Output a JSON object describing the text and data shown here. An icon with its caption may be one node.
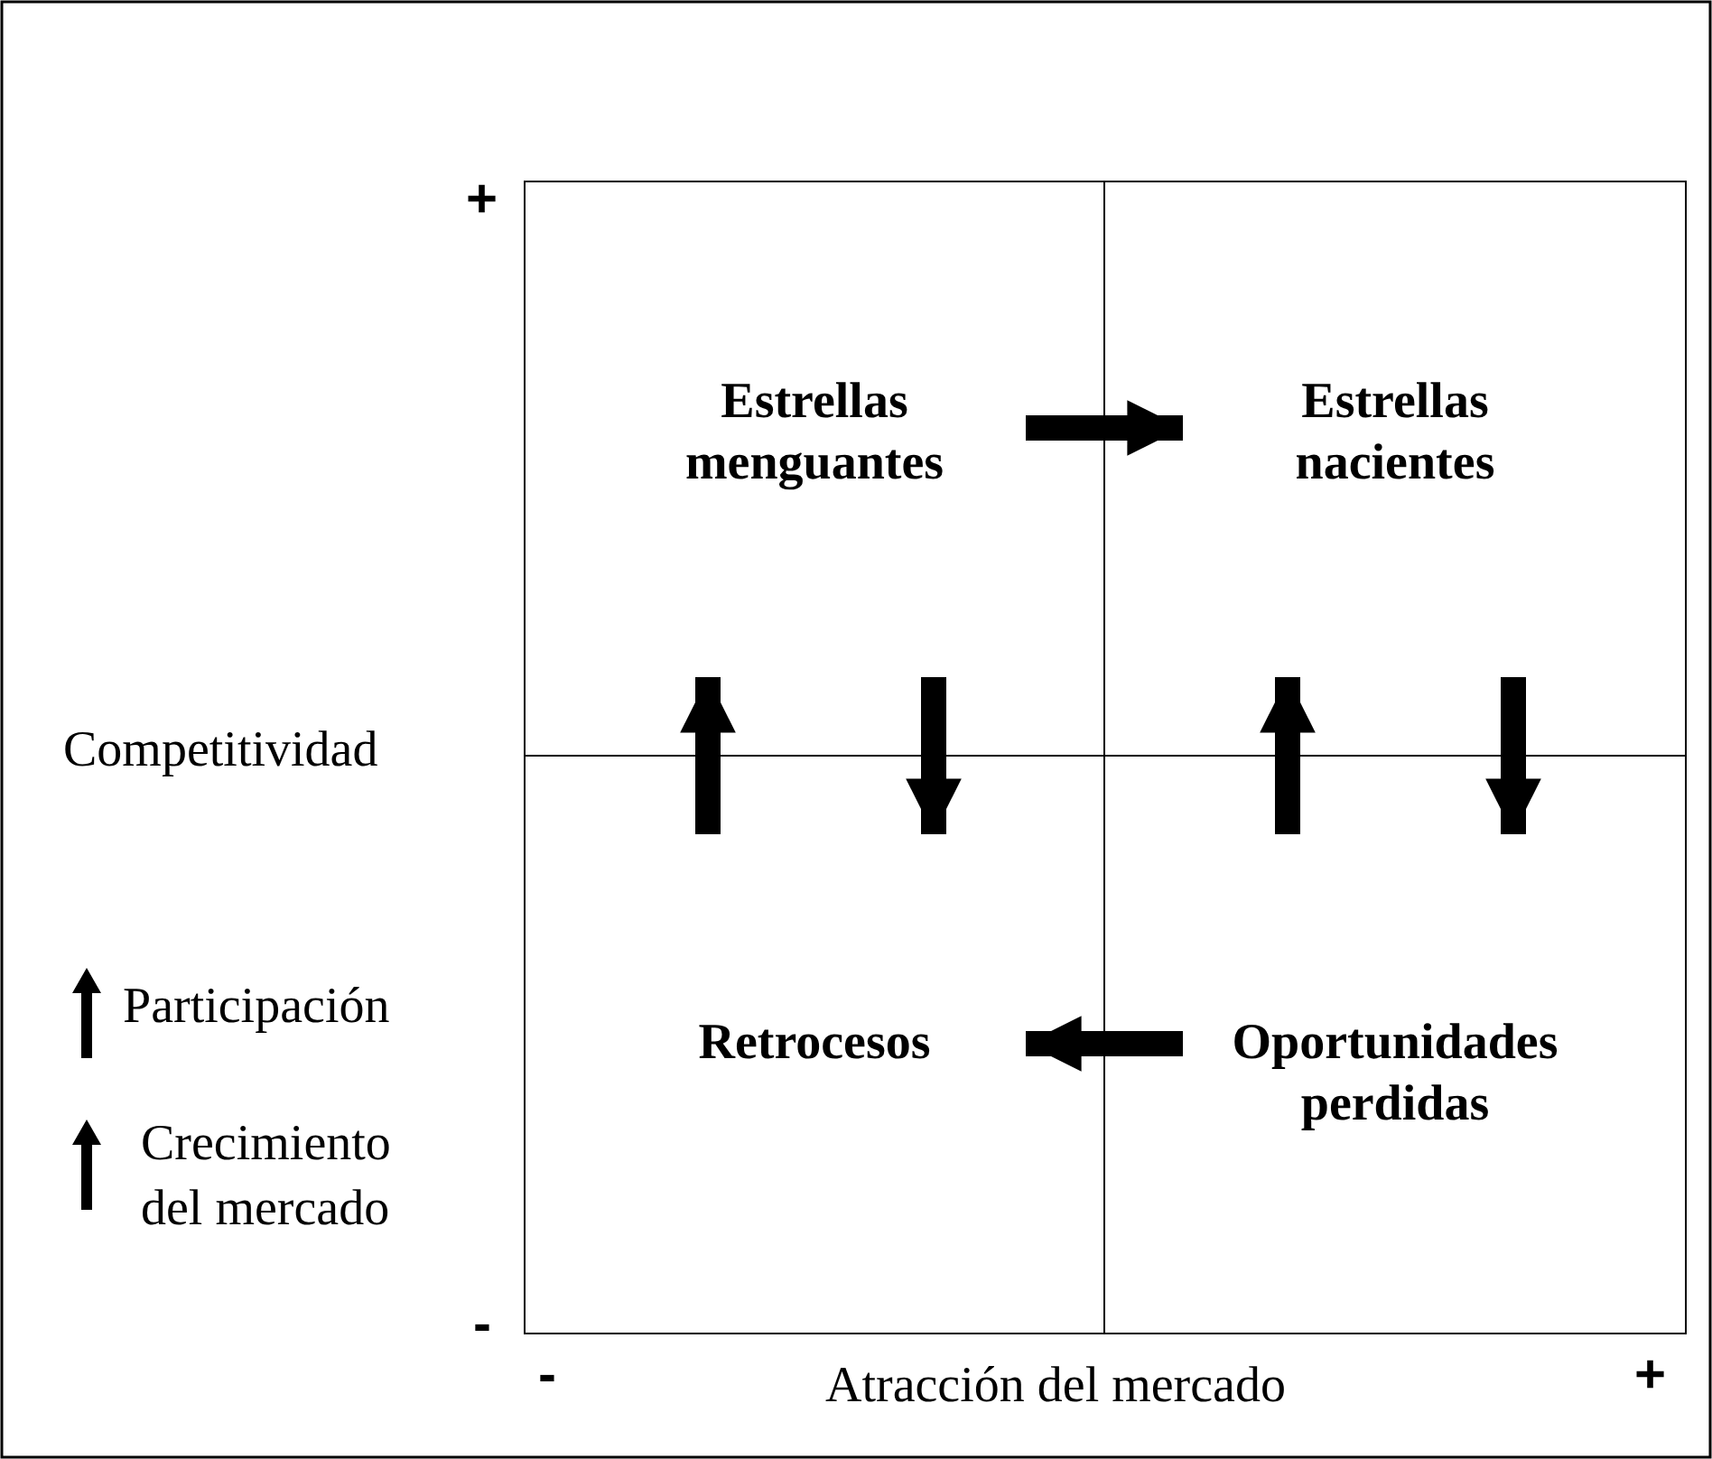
{
  "diagram": {
    "nodes": [
      {
        "text": [
          "Estrellas menguantes"
        ]
      },
      {
        "text": [
          "Estrellas nacientes"
        ]
      },
      {
        "text": [
          "Retrocesos"
        ]
      },
      {
        "text": [
          "Oportunidades perdidas"
        ]
      }
    ],
    "edges": [
      {
        "from": 0,
        "to": 1,
        "arrow": "to"
      },
      {
        "from": 2,
        "to": 0,
        "arrow": "to"
      },
      {
        "from": 0,
        "to": 2,
        "arrow": "to"
      },
      {
        "from": 3,
        "to": 1,
        "arrow": "to"
      },
      {
        "from": 1,
        "to": 3,
        "arrow": "to"
      },
      {
        "from": 3,
        "to": 2,
        "arrow": "to"
      }
    ],
    "labels": [
      "+",
      "Competitividad",
      "-",
      "-",
      "Atracción del mercado",
      "+"
    ],
    "legend": [
      {
        "text": "Participación"
      },
      {
        "text": "Crecimiento del mercado"
      }
    ]
  }
}
